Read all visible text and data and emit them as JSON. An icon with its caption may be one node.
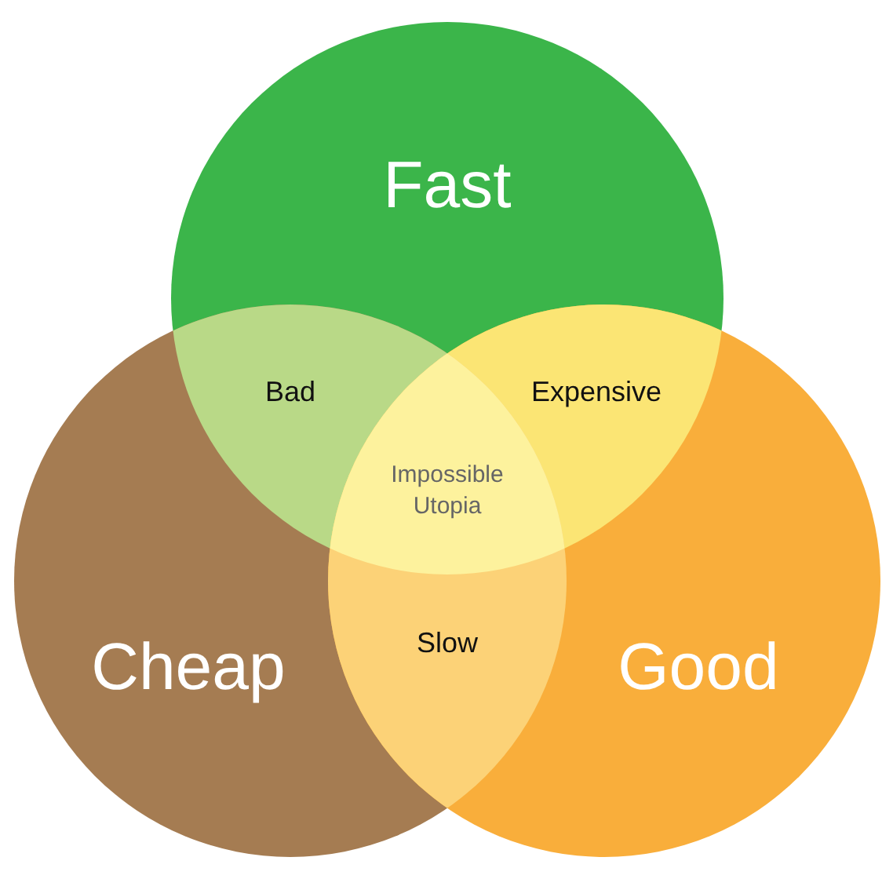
{
  "diagram": {
    "nodes": [
      {
        "text": [
          "Fast"
        ]
      },
      {
        "text": [
          "Cheap"
        ]
      },
      {
        "text": [
          "Good"
        ]
      }
    ],
    "edges": [],
    "labels": [
      "Bad",
      "Expensive",
      "Impossible Utopia",
      "Slow"
    ]
  }
}
